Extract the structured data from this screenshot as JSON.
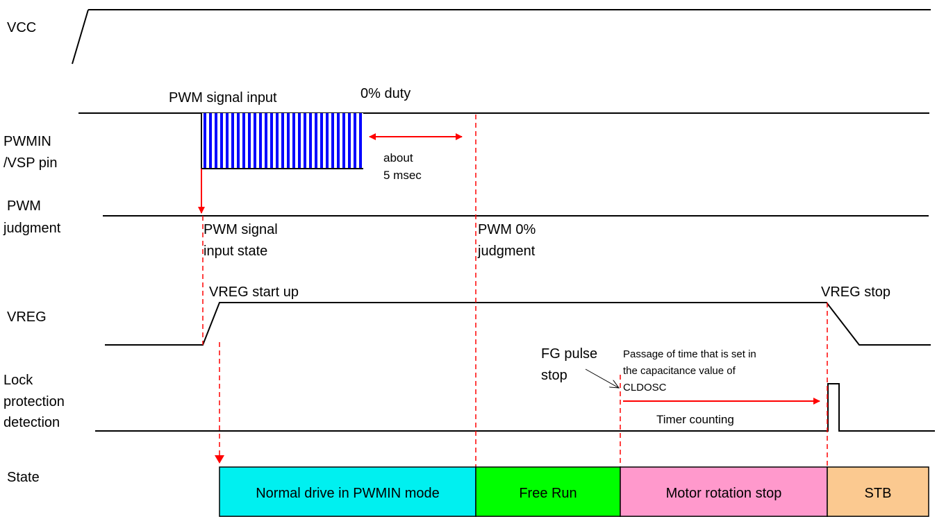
{
  "signals": {
    "vcc": "VCC",
    "pwmin_line1": "PWMIN",
    "pwmin_line2": "/VSP pin",
    "pwmj_line1": "PWM",
    "pwmj_line2": "judgment",
    "vreg": "VREG",
    "lock_line1": "Lock",
    "lock_line2": "protection",
    "lock_line3": "detection",
    "state": "State"
  },
  "annotations": {
    "pwm_signal_input": "PWM signal input",
    "zero_duty": "0% duty",
    "about_line1": "about",
    "about_line2": "5 msec",
    "pwm_input_state_line1": "PWM signal",
    "pwm_input_state_line2": "input state",
    "pwm0_line1": "PWM 0%",
    "pwm0_line2": "judgment",
    "vreg_start": "VREG start up",
    "vreg_stop": "VREG stop",
    "fg_line1": "FG pulse",
    "fg_line2": "stop",
    "passage_line1": "Passage of time that is set in",
    "passage_line2": "the capacitance value of",
    "passage_line3": "CLDOSC",
    "timer_counting": "Timer counting"
  },
  "states": [
    {
      "label": "Normal drive in PWMIN mode",
      "color": "#00f0f0"
    },
    {
      "label": "Free Run",
      "color": "#00ff00"
    },
    {
      "label": "Motor rotation stop",
      "color": "#ff99cc"
    },
    {
      "label": "STB",
      "color": "#fbc990"
    }
  ],
  "colors": {
    "pwm_pulse": "#0000ff",
    "marker": "#ff0000"
  }
}
